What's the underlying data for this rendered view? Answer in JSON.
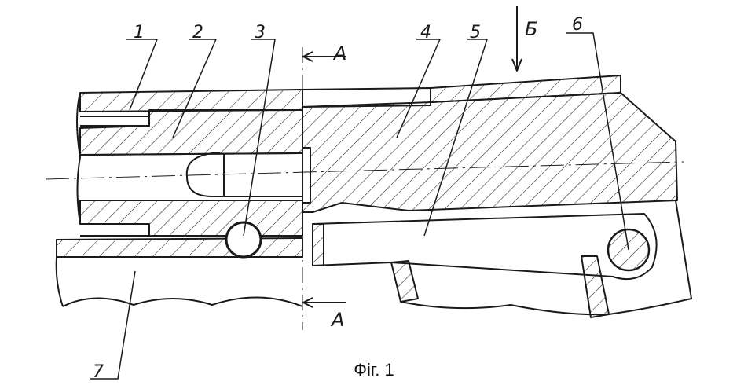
{
  "figure": {
    "caption": "Фіг. 1",
    "part_labels": [
      "1",
      "2",
      "3",
      "4",
      "5",
      "6",
      "7"
    ],
    "section_labels": {
      "top": "A",
      "bottom": "A",
      "view": "Б"
    },
    "colors": {
      "ink": "#1a1a1a",
      "paper": "#ffffff"
    }
  }
}
